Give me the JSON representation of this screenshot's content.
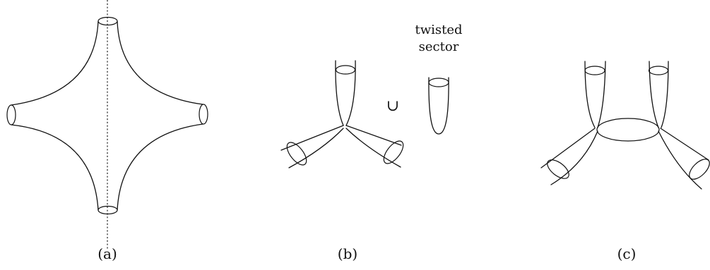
{
  "panels": [
    {
      "label": "(a)"
    },
    {
      "label": "(b)",
      "annotation_line1": "twisted",
      "annotation_line2": "sector",
      "operator": "∪"
    },
    {
      "label": "(c)"
    }
  ]
}
